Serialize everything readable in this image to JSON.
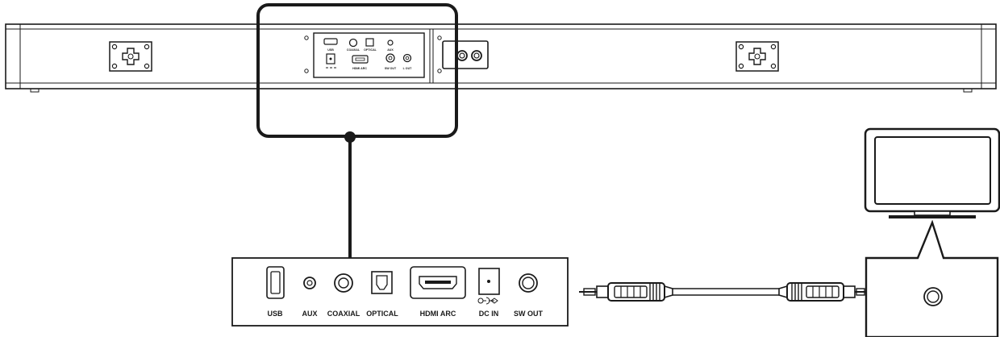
{
  "soundbar": {
    "mini_labels": {
      "usb": "USB",
      "coaxial": "COAXIAL",
      "optical": "OPTICAL",
      "aux": "AUX",
      "hdmi_arc": "HDMI ARC",
      "sw_out": "SW OUT",
      "l_out": "L OUT"
    }
  },
  "panel": {
    "ports": [
      {
        "id": "usb",
        "label": "USB"
      },
      {
        "id": "aux",
        "label": "AUX"
      },
      {
        "id": "coaxial",
        "label": "COAXIAL"
      },
      {
        "id": "optical",
        "label": "OPTICAL"
      },
      {
        "id": "hdmi-arc",
        "label": "HDMI ARC"
      },
      {
        "id": "dc-in",
        "label": "DC IN"
      },
      {
        "id": "sw-out",
        "label": "SW OUT"
      }
    ]
  },
  "icons": {
    "wall-mount": "wall-mount-bracket-icon",
    "tv": "tv-icon",
    "cable": "coaxial-cable-icon"
  },
  "colors": {
    "stroke": "#1a1a1a",
    "fill": "#ffffff"
  }
}
